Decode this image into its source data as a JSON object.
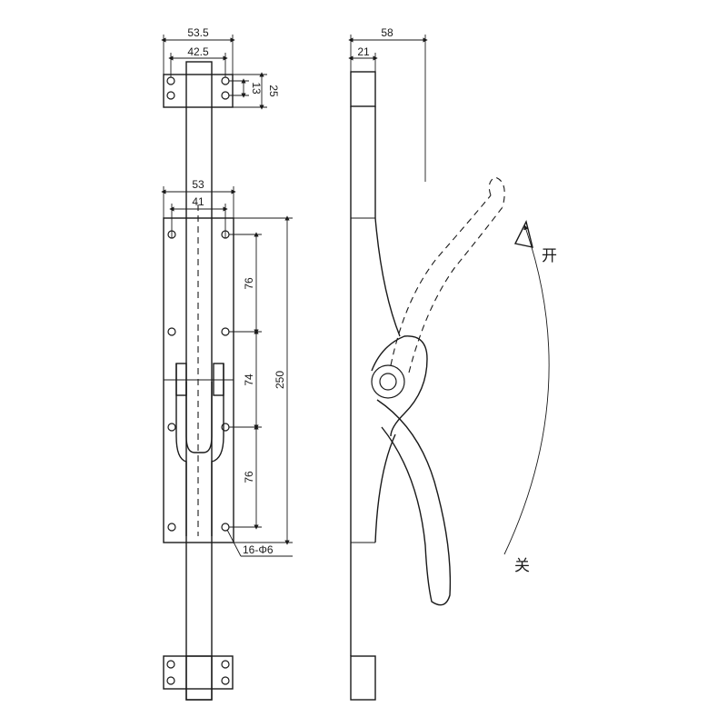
{
  "dimensions": {
    "bracket_width": "53.5",
    "bracket_hole_spacing": "42.5",
    "bracket_height": "25",
    "bracket_hole_vertical": "13",
    "plate_width": "53",
    "plate_hole_spacing": "41",
    "total_length": "250",
    "pitch_top": "76",
    "pitch_middle": "74",
    "pitch_bottom": "76",
    "hole_callout": "16-Φ6",
    "side_overall_depth": "58",
    "side_bar_depth": "21"
  },
  "labels": {
    "open": "开",
    "close": "关"
  },
  "colors": {
    "line": "#1a1a1a",
    "background": "#ffffff"
  }
}
